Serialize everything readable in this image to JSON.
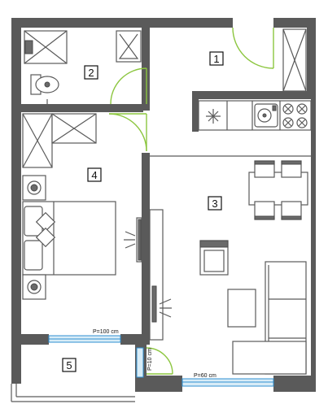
{
  "rooms": {
    "r1": "1",
    "r2": "2",
    "r3": "3",
    "r4": "4",
    "r5": "5"
  },
  "windows": {
    "bedroom": "P=100 cm",
    "balcony_door": "P=10 cm",
    "living": "P=60 cm"
  },
  "colors": {
    "wall": "#5a5a5a",
    "door_swing": "#8cc63f",
    "window": "#2f8fd0"
  }
}
